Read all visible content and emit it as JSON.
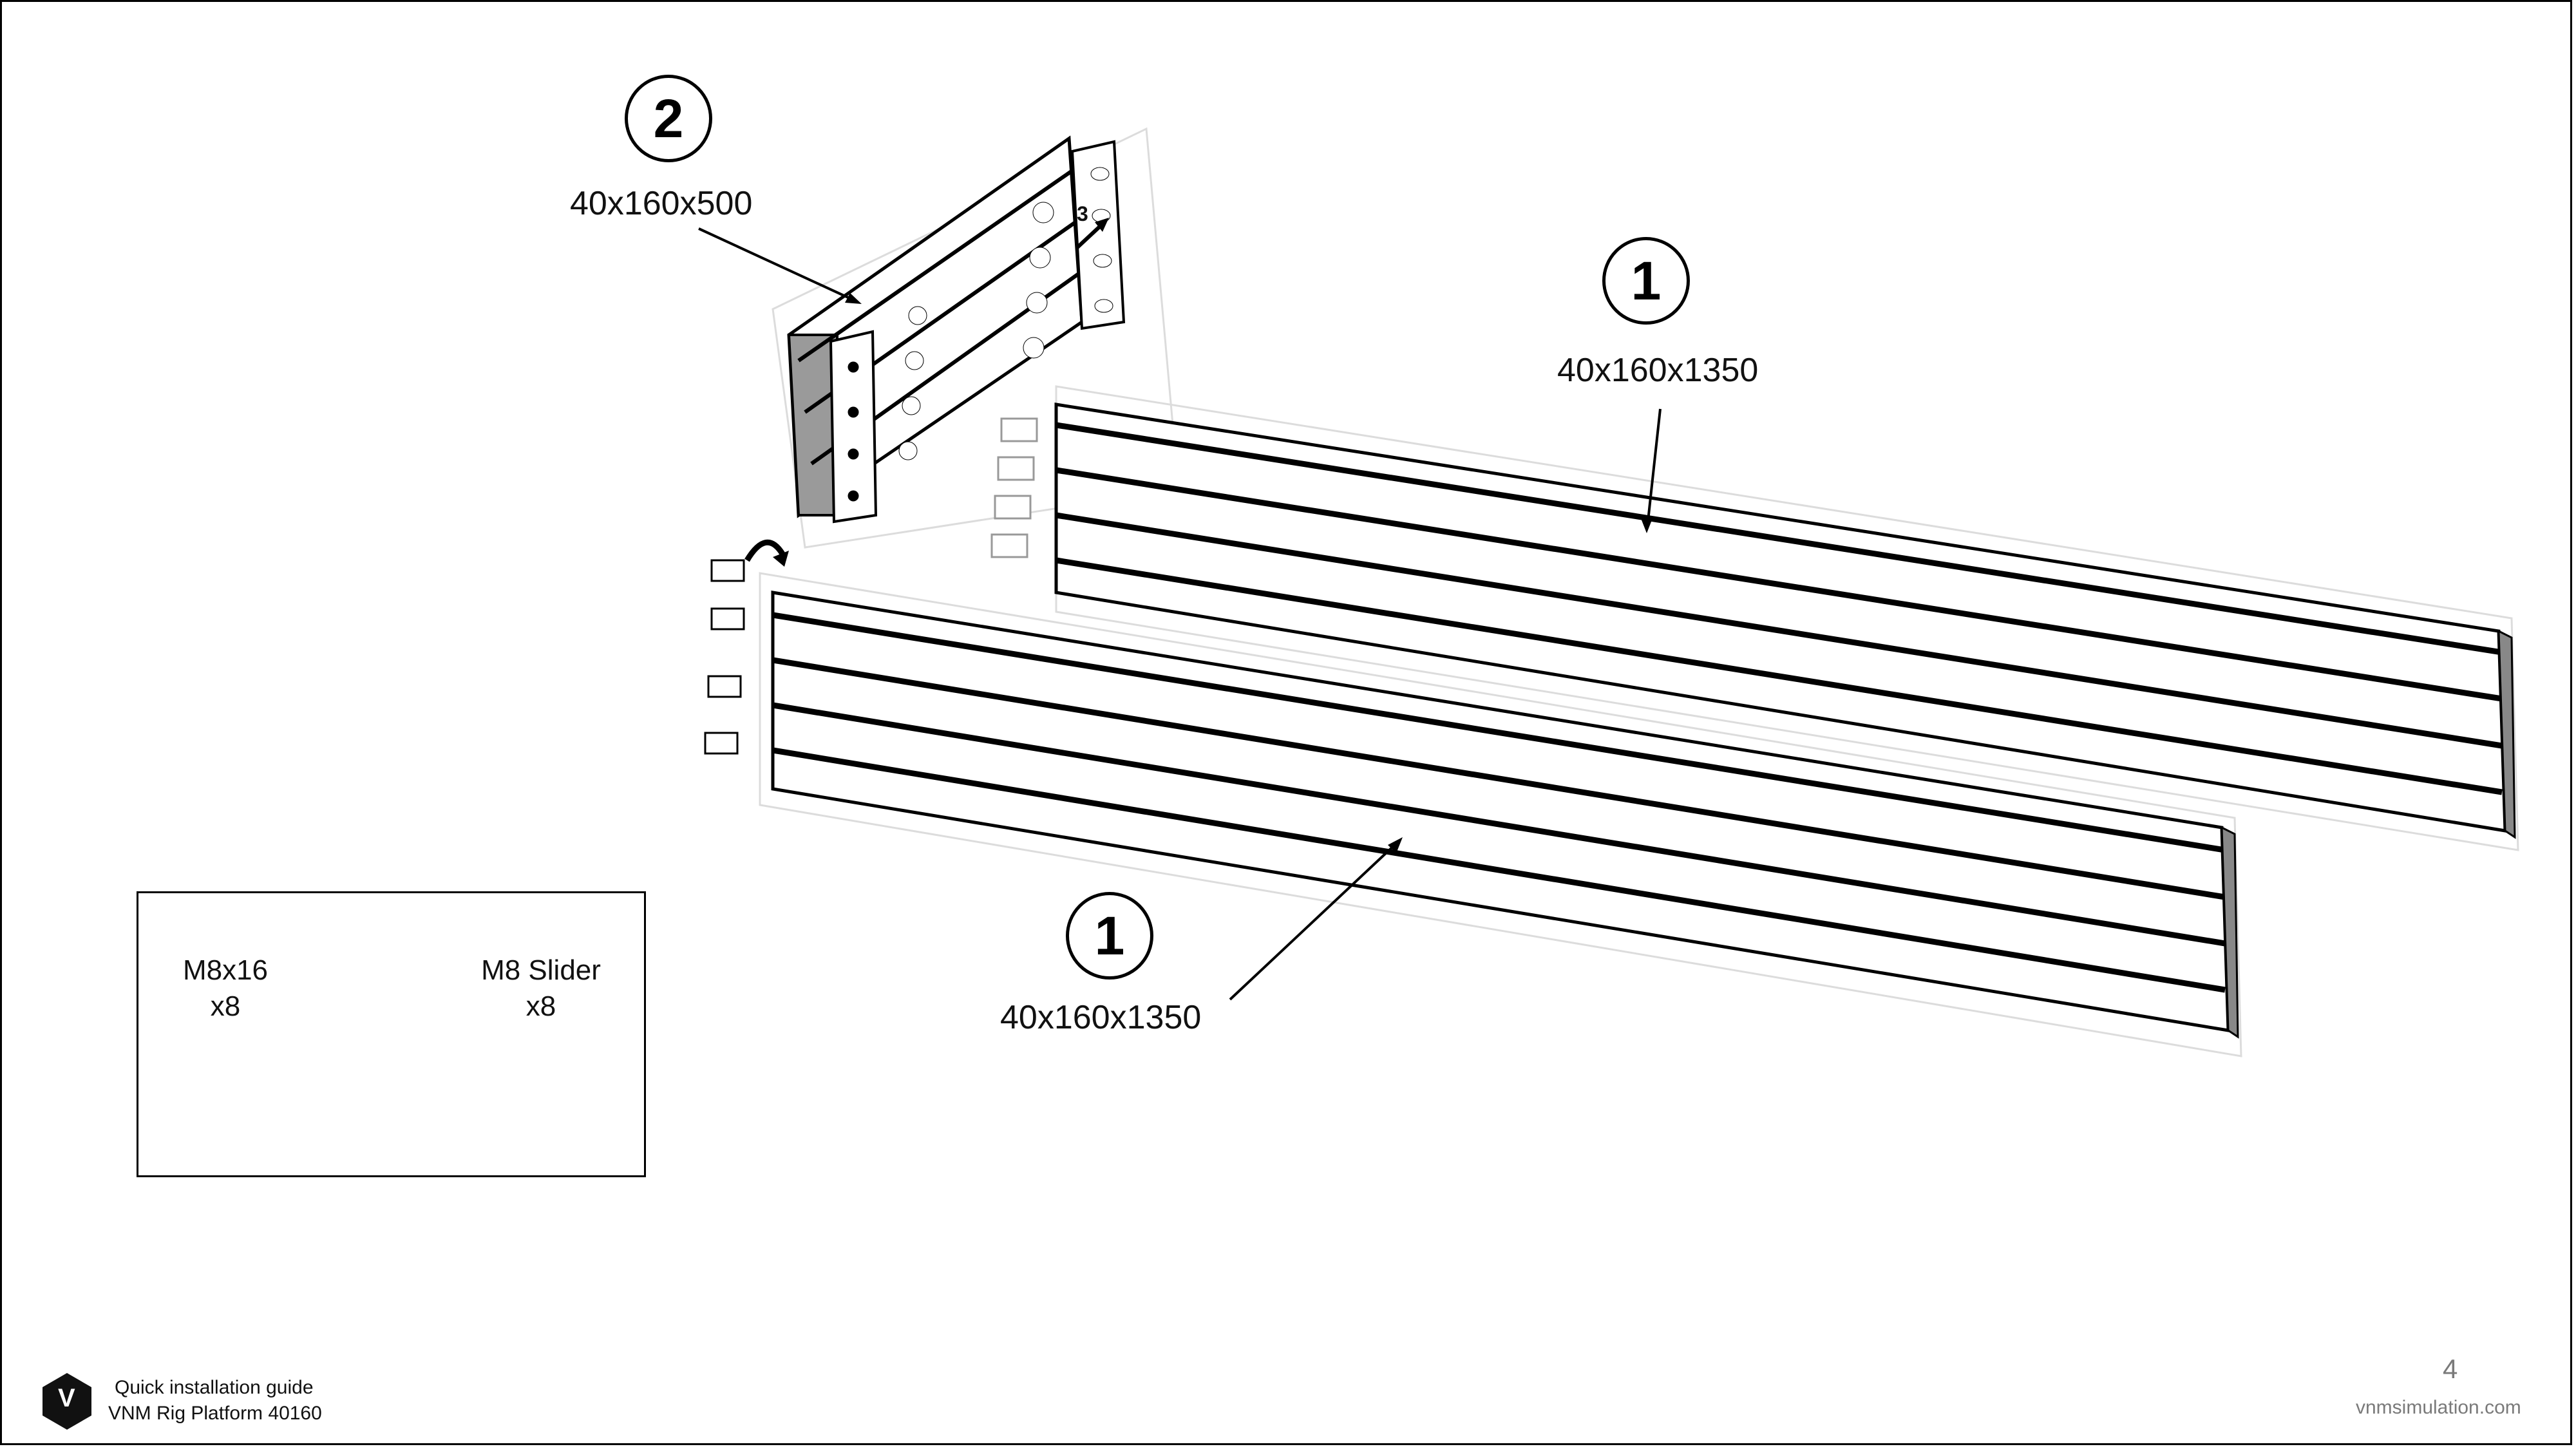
{
  "callouts": [
    {
      "number": "2",
      "label": "40x160x500"
    },
    {
      "number": "1",
      "label": "40x160x1350"
    },
    {
      "number": "1",
      "label": "40x160x1350"
    }
  ],
  "rotation_step_number": "3",
  "legend": {
    "items": [
      {
        "name": "M8x16",
        "qty": "x8",
        "icon": "bolt-icon"
      },
      {
        "name": "M8 Slider",
        "qty": "x8",
        "icon": "slider-nut-icon"
      }
    ]
  },
  "footer": {
    "logo_letter": "V",
    "line1": "Quick installation guide",
    "line2": "VNM Rig Platform 40160",
    "page_number": "4",
    "website": "vnmsimulation.com"
  },
  "colors": {
    "line": "#000000",
    "faint": "#d8d8d8",
    "gray_text": "#7a7a7a"
  }
}
